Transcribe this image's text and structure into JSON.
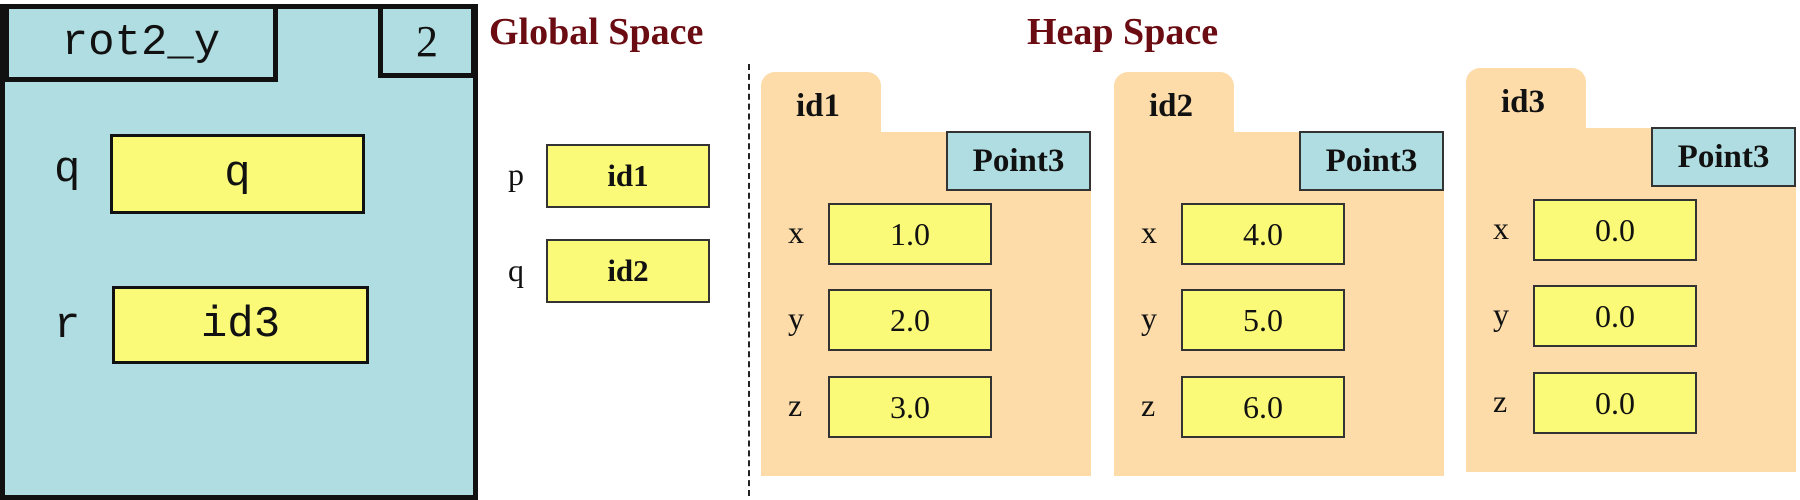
{
  "frame": {
    "name": "rot2_y",
    "line": "2",
    "vars": [
      {
        "name": "q",
        "value": "q"
      },
      {
        "name": "r",
        "value": "id3"
      }
    ]
  },
  "global": {
    "title": "Global Space",
    "vars": [
      {
        "name": "p",
        "value": "id1"
      },
      {
        "name": "q",
        "value": "id2"
      }
    ]
  },
  "heap": {
    "title": "Heap Space",
    "objects": [
      {
        "id": "id1",
        "class": "Point3",
        "attrs": [
          {
            "name": "x",
            "value": "1.0"
          },
          {
            "name": "y",
            "value": "2.0"
          },
          {
            "name": "z",
            "value": "3.0"
          }
        ]
      },
      {
        "id": "id2",
        "class": "Point3",
        "attrs": [
          {
            "name": "x",
            "value": "4.0"
          },
          {
            "name": "y",
            "value": "5.0"
          },
          {
            "name": "z",
            "value": "6.0"
          }
        ]
      },
      {
        "id": "id3",
        "class": "Point3",
        "attrs": [
          {
            "name": "x",
            "value": "0.0"
          },
          {
            "name": "y",
            "value": "0.0"
          },
          {
            "name": "z",
            "value": "0.0"
          }
        ]
      }
    ]
  }
}
